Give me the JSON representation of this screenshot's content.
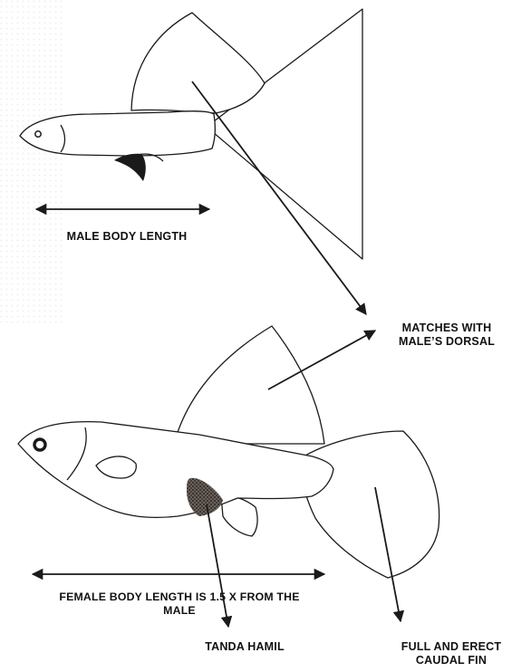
{
  "labels": {
    "male_body_length": "MALE BODY LENGTH",
    "matches_dorsal": [
      "MATCHES WITH",
      "MALE’S DORSAL"
    ],
    "female_body_length": [
      "FEMALE BODY LENGTH IS 1.5 X FROM THE",
      "MALE"
    ],
    "tanda_hamil": "TANDA HAMIL",
    "caudal_fin": [
      "FULL AND ERECT",
      "CAUDAL FIN"
    ]
  },
  "colors": {
    "outline": "#1a1a1a",
    "fill": "#ffffff",
    "gravid_spot": "#3a3430",
    "background_texture": "#e9e9e9"
  },
  "icons": [
    "male-guppy-illustration",
    "female-guppy-illustration"
  ]
}
